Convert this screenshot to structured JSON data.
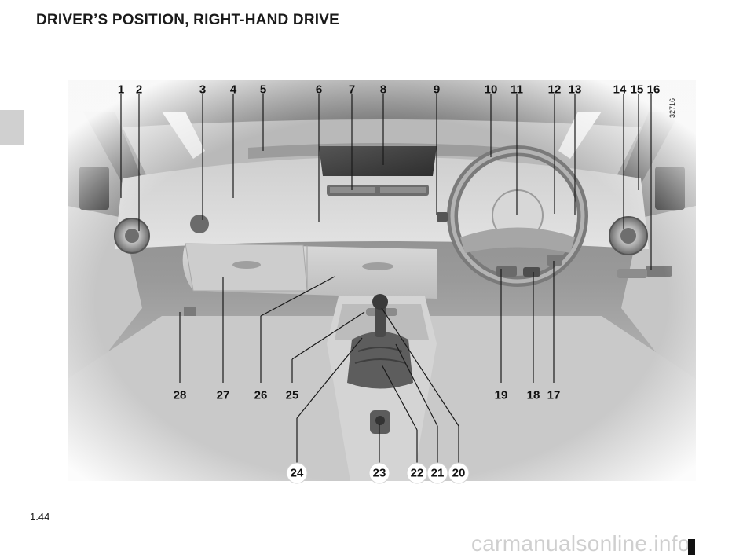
{
  "page": {
    "title": "DRIVER’S POSITION, RIGHT-HAND DRIVE",
    "page_number": "1.44",
    "watermark": "carmanualsonline.info"
  },
  "figure": {
    "figure_id": "32716",
    "callouts_top": [
      "1",
      "2",
      "3",
      "4",
      "5",
      "6",
      "7",
      "8",
      "9",
      "10",
      "11",
      "12",
      "13",
      "14",
      "15",
      "16"
    ],
    "callouts_mid": [
      "28",
      "27",
      "26",
      "25",
      "19",
      "18",
      "17"
    ],
    "callouts_bottom": [
      "24",
      "23",
      "22",
      "21",
      "20"
    ]
  }
}
